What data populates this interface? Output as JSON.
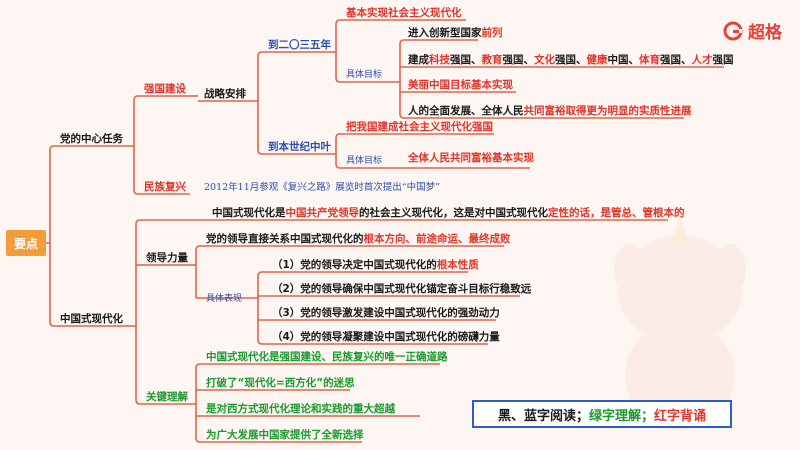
{
  "root_label": "要点",
  "brand": {
    "name": "超格"
  },
  "legend": {
    "black_blue": "黑、蓝字阅读；",
    "green": "绿字理解；",
    "red": "红字背诵"
  },
  "task": {
    "label": "党的中心任务",
    "strong_nation": {
      "label": "强国建设",
      "strategy": {
        "label": "战略安排",
        "by2035": {
          "label": "到二〇三五年",
          "goal": "基本实现社会主义现代化",
          "detail_label": "具体目标",
          "items": {
            "item1": {
              "a": "进入创新型国家",
              "b": "前列"
            },
            "item2": {
              "a": "建成",
              "b": "科技",
              "c": "强国、",
              "d": "教育",
              "e": "强国、",
              "f": "文化",
              "g": "强国、",
              "h": "健康",
              "i": "中国、",
              "j": "体育",
              "k": "强国、",
              "l": "人才",
              "m": "强国"
            },
            "item3": "美丽中国目标基本实现",
            "item4": {
              "a": "人的全面发展、全体人民",
              "b": "共同富裕取得更为明显的实质性进展"
            }
          }
        },
        "by_mid_century": {
          "label": "到本世纪中叶",
          "goal": "把我国建成社会主义现代化强国",
          "detail_label": "具体目标",
          "detail": "全体人民共同富裕基本实现"
        }
      }
    },
    "rejuvenation": {
      "label": "民族复兴",
      "note": "2012年11月参观《复兴之路》展览时首次提出“中国梦”"
    }
  },
  "modernization": {
    "label": "中国式现代化",
    "definition": {
      "a": "中国式现代化是",
      "b": "中国共产党领导",
      "c": "的社会主义现代化，这是对中国式现代化",
      "d": "定性的话",
      "e": "，是管总、管根本的"
    },
    "leadership": {
      "label": "领导力量",
      "line1": {
        "a": "党的领导直接关系中国式现代化的",
        "b": "根本方向、前途命运、最终成败"
      },
      "detail_label": "具体表现",
      "items": {
        "i1": {
          "a": "（1）党的领导决定中国式现代化的",
          "b": "根本性质"
        },
        "i2": "（2）党的领导确保中国式现代化锚定奋斗目标行稳致远",
        "i3": "（3）党的领导激发建设中国式现代化的强劲动力",
        "i4": "（4）党的领导凝聚建设中国式现代化的磅礴力量"
      }
    },
    "key": {
      "label": "关键理解",
      "items": {
        "k1": "中国式现代化是强国建设、民族复兴的唯一正确道路",
        "k2": "打破了“现代化=西方化”的迷思",
        "k3": "是对西方式现代化理论和实践的重大超越",
        "k4": "为广大发展中国家提供了全新选择"
      }
    },
    "line_color": "#e1654a"
  }
}
